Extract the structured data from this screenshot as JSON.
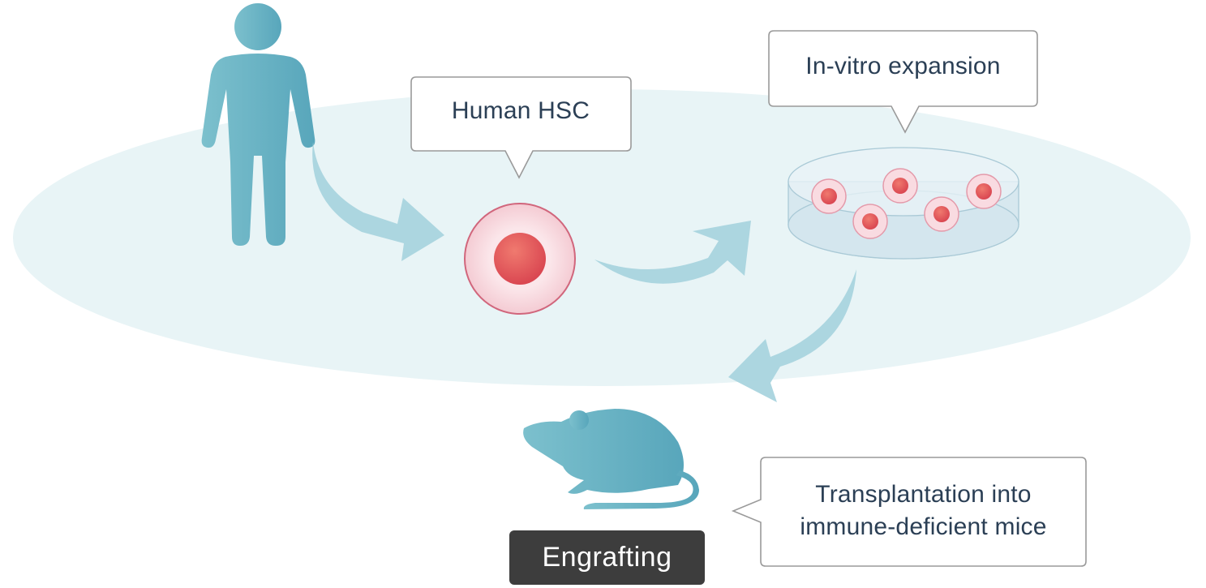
{
  "callouts": {
    "human_hsc": "Human HSC",
    "in_vitro_expansion": "In-vitro expansion",
    "transplantation_line1": "Transplantation into",
    "transplantation_line2": "immune-deficient mice"
  },
  "badge": {
    "engrafting": "Engrafting"
  },
  "icons": [
    "person-icon",
    "hsc-cell-icon",
    "petri-dish-icon",
    "mouse-icon",
    "curved-arrow-icon"
  ],
  "colors": {
    "ellipse": "#e8f4f6",
    "figure": "#5aaabd",
    "arrow": "#a9d4de",
    "cell_outer": "#f7d5dc",
    "cell_nucleus": "#e04e55",
    "text": "#2b3f55",
    "badge": "#3d3d3d"
  }
}
